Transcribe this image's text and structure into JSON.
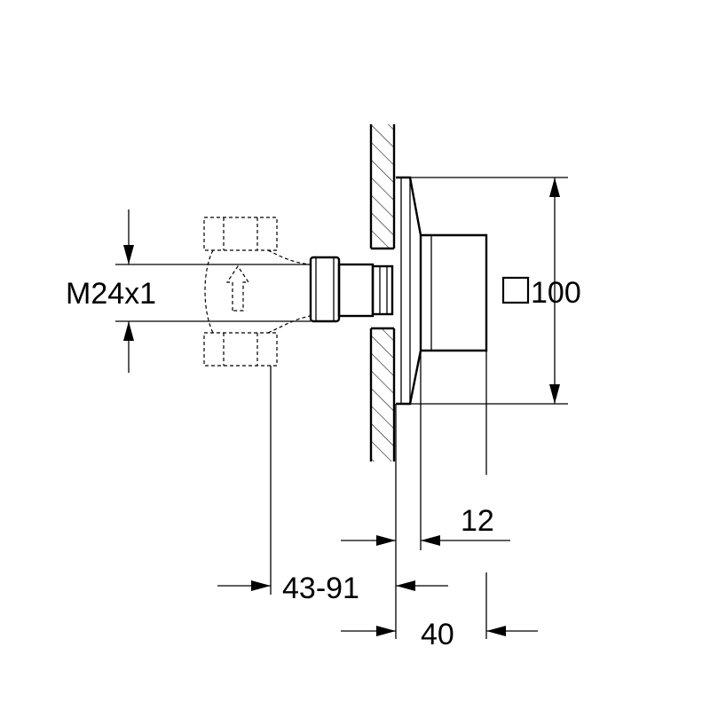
{
  "drawing": {
    "thread_label": "M24x1",
    "plate_label": "100",
    "depth_label": "12",
    "install_range_label": "43-91",
    "projection_label": "40",
    "stroke_color": "#000000",
    "background_color": "#ffffff"
  }
}
